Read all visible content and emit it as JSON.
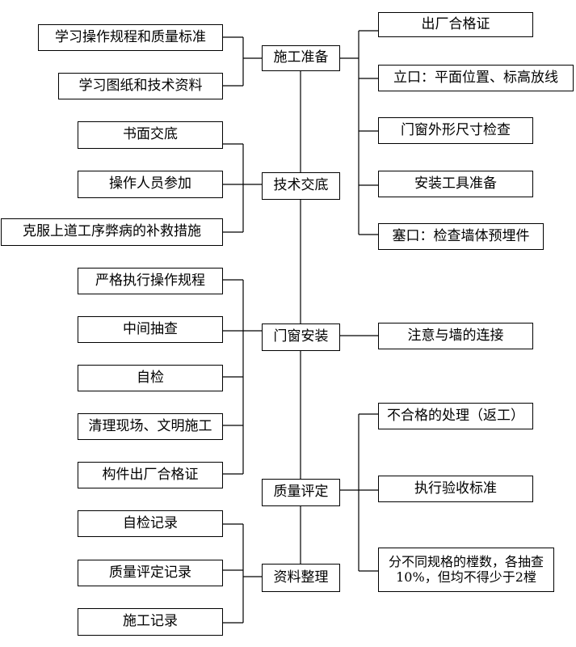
{
  "stages": [
    {
      "id": "prep",
      "label": "施工准备"
    },
    {
      "id": "tech",
      "label": "技术交底"
    },
    {
      "id": "install",
      "label": "门窗安装"
    },
    {
      "id": "quality",
      "label": "质量评定"
    },
    {
      "id": "docs",
      "label": "资料整理"
    }
  ],
  "left": {
    "prep": [
      "学习操作规程和质量标准",
      "学习图纸和技术资料"
    ],
    "tech": [
      "书面交底",
      "操作人员参加",
      "克服上道工序弊病的补救措施"
    ],
    "install": [
      "严格执行操作规程",
      "中间抽查",
      "自检",
      "清理现场、文明施工",
      "构件出厂合格证"
    ],
    "docs": [
      "自检记录",
      "质量评定记录",
      "施工记录"
    ]
  },
  "right": {
    "prep": [
      "出厂合格证",
      "立口：平面位置、标高放线",
      "门窗外形尺寸检查",
      "安装工具准备",
      "塞口：检查墙体预埋件"
    ],
    "install": [
      "注意与墙的连接"
    ],
    "quality": [
      "不合格的处理（返工）",
      "执行验收标准",
      "分不同规格的樘数，各抽查10%，但均不得少于2樘"
    ]
  }
}
